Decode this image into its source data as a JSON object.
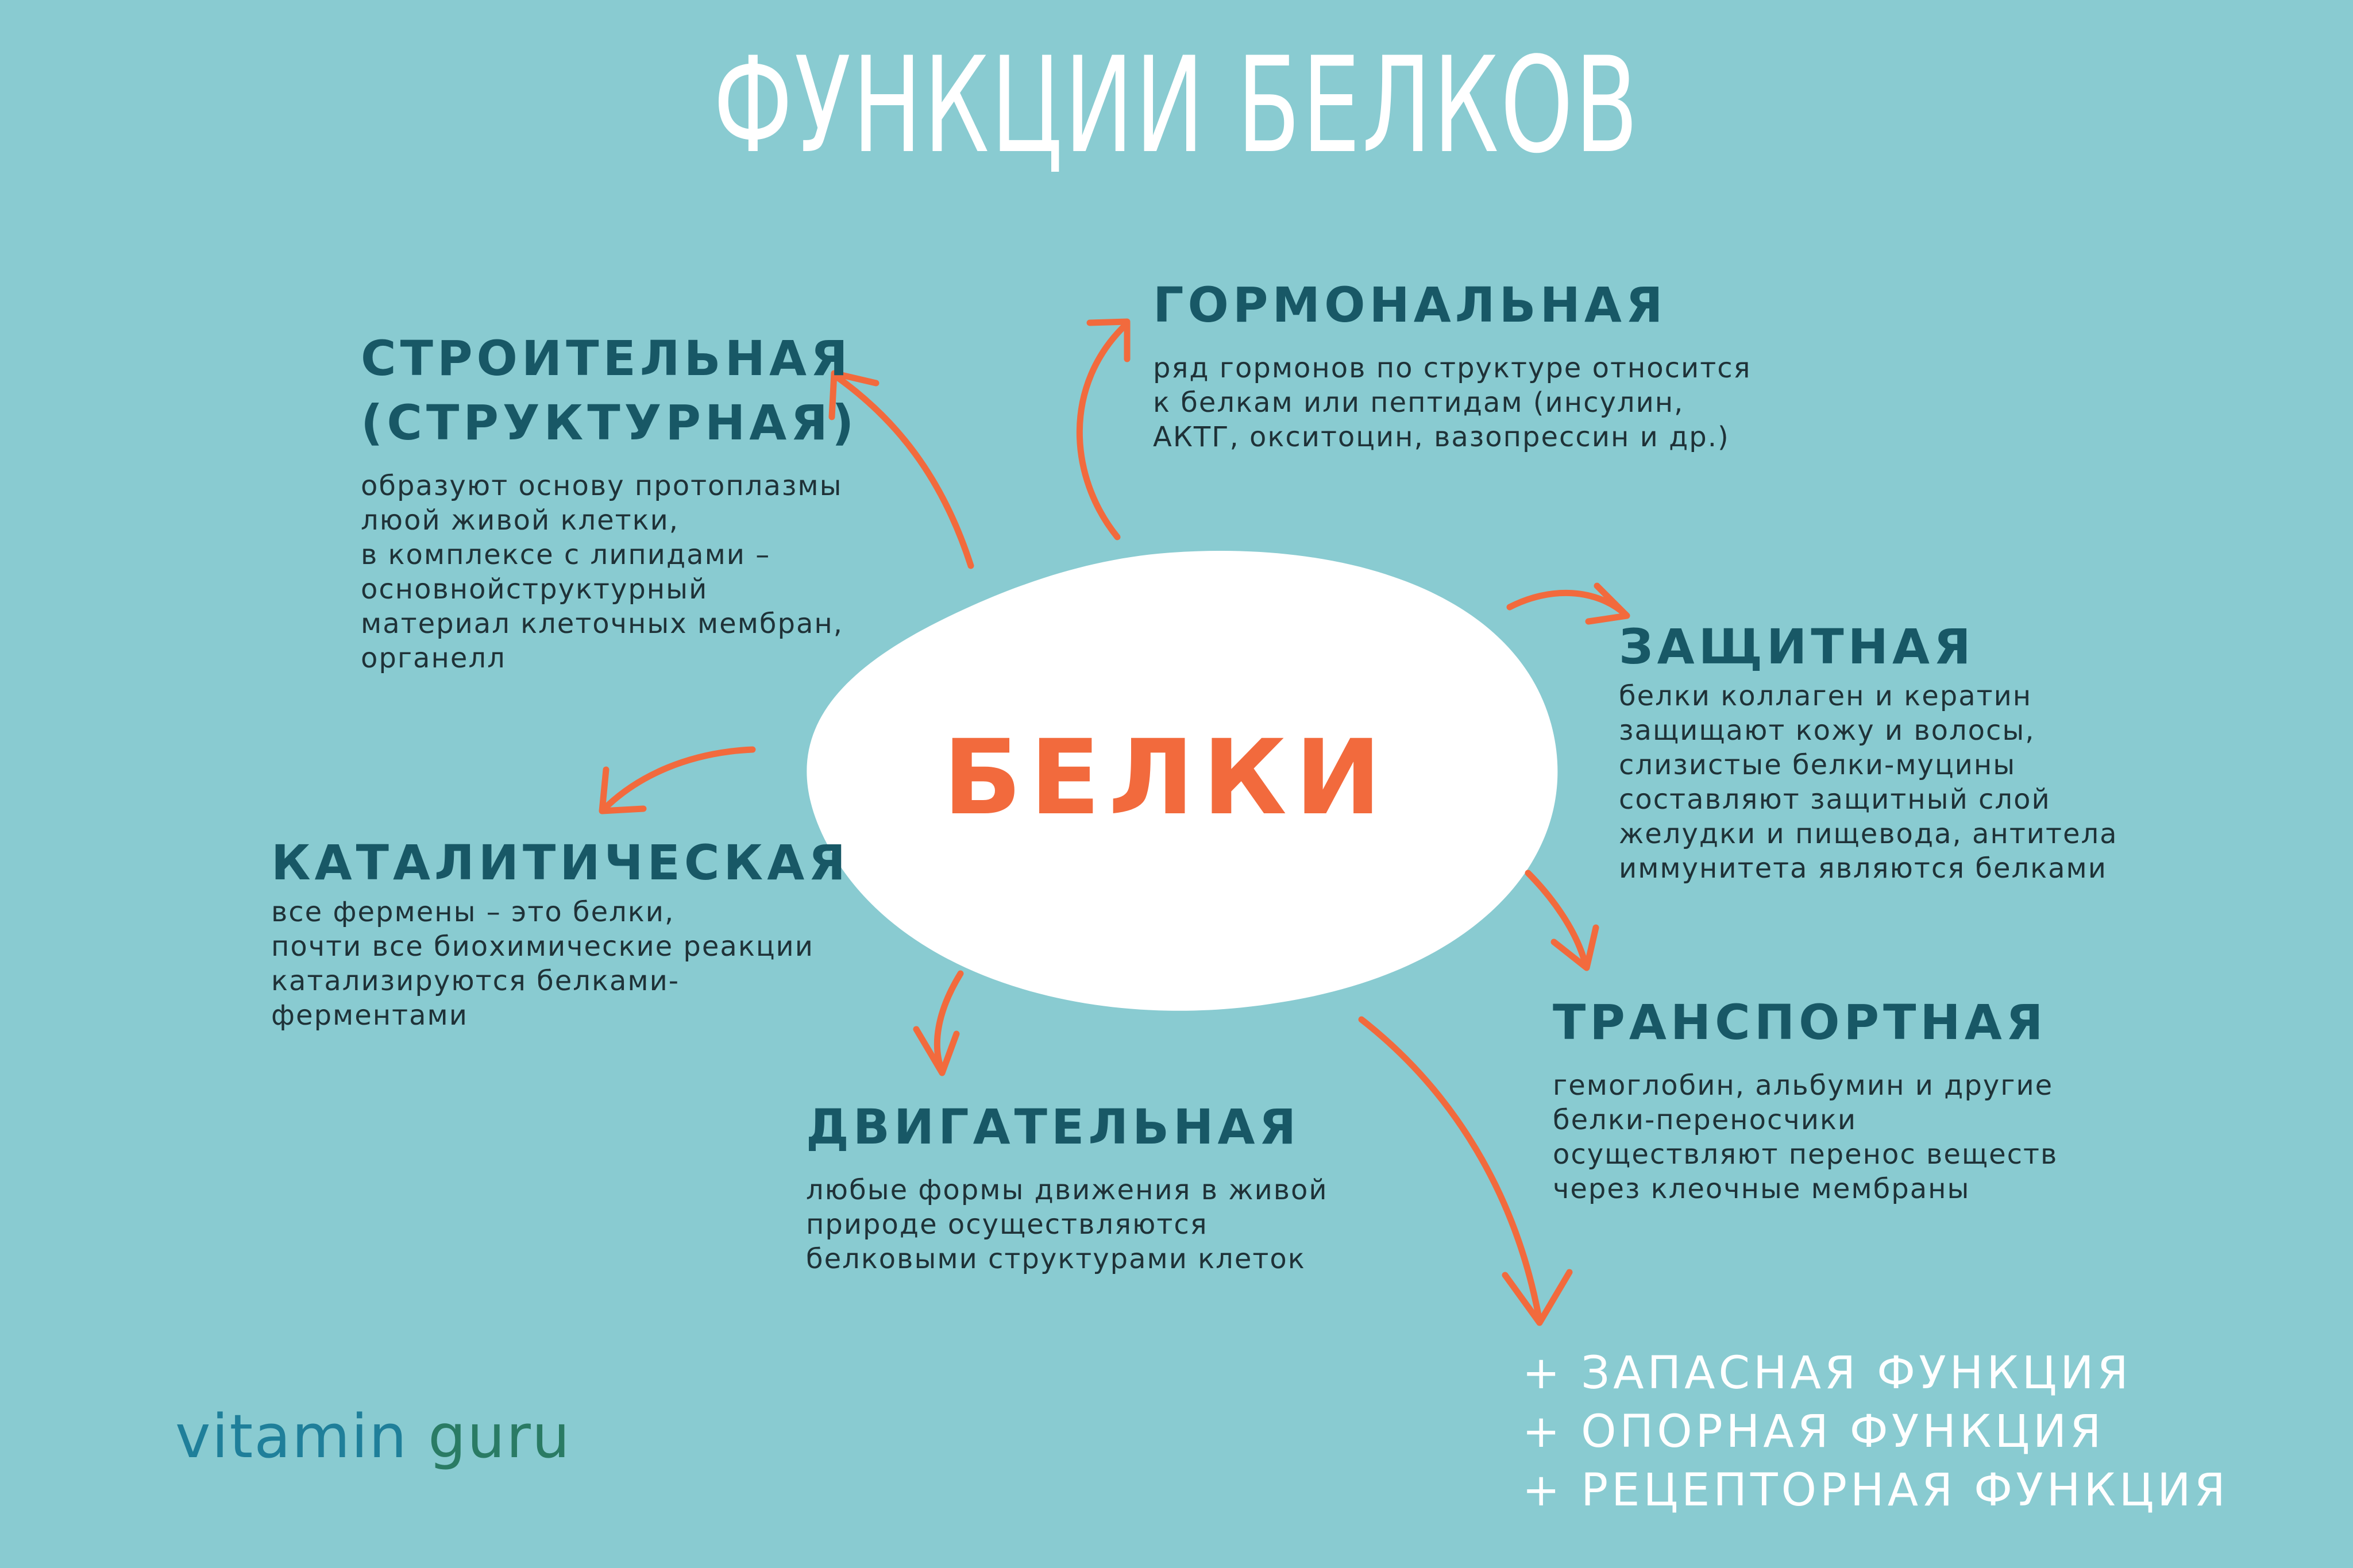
{
  "title": "ФУНКЦИИ БЕЛКОВ",
  "center": "БЕЛКИ",
  "functions": [
    {
      "id": "structural",
      "heading": [
        "СТРОИТЕЛЬНАЯ",
        "(СТРУКТУРНАЯ)"
      ],
      "lines": [
        "образуют основу протоплазмы",
        "люой живой клетки,",
        "в комплексе с липидами –",
        "основнойструктурный",
        "материал клеточных мембран,",
        "органелл"
      ]
    },
    {
      "id": "hormonal",
      "heading": [
        "ГОРМОНАЛЬНАЯ"
      ],
      "lines": [
        "ряд гормонов по структуре относится",
        "к белкам или пептидам (инсулин,",
        "АКТГ, окситоцин, вазопрессин и др.)"
      ]
    },
    {
      "id": "protective",
      "heading": [
        "ЗАЩИТНАЯ"
      ],
      "lines": [
        "белки коллаген и кератин",
        "защищают кожу и волосы,",
        "слизистые белки-муцины",
        "составляют защитный слой",
        "желудки и пищевода, антитела",
        "иммунитета являются белками"
      ]
    },
    {
      "id": "catalytic",
      "heading": [
        "КАТАЛИТИЧЕСКАЯ"
      ],
      "lines": [
        "все фермены – это белки,",
        "почти все биохимические реакции",
        "катализируются белками-",
        "ферментами"
      ]
    },
    {
      "id": "transport",
      "heading": [
        "ТРАНСПОРТНАЯ"
      ],
      "lines": [
        "гемоглобин, альбумин и другие",
        "белки-переносчики",
        "осуществляют перенос веществ",
        "через клеочные мембраны"
      ]
    },
    {
      "id": "motor",
      "heading": [
        "ДВИГАТЕЛЬНАЯ"
      ],
      "lines": [
        "любые формы движения в живой",
        "природе осуществляются",
        "белковыми структурами клеток"
      ]
    }
  ],
  "extras": [
    "+ ЗАПАСНАЯ ФУНКЦИЯ",
    "+ ОПОРНАЯ ФУНКЦИЯ",
    "+ РЕЦЕПТОРНАЯ ФУНКЦИЯ"
  ],
  "brand": {
    "word1": "vitamin",
    "word2": "guru"
  },
  "colors": {
    "background": "#89cbd1",
    "center_blob": "#ffffff",
    "accent": "#f26a3d",
    "heading": "#185866",
    "body_text": "#1f3238",
    "brand_primary": "#1f7f9a",
    "brand_secondary": "#2a7b64"
  }
}
